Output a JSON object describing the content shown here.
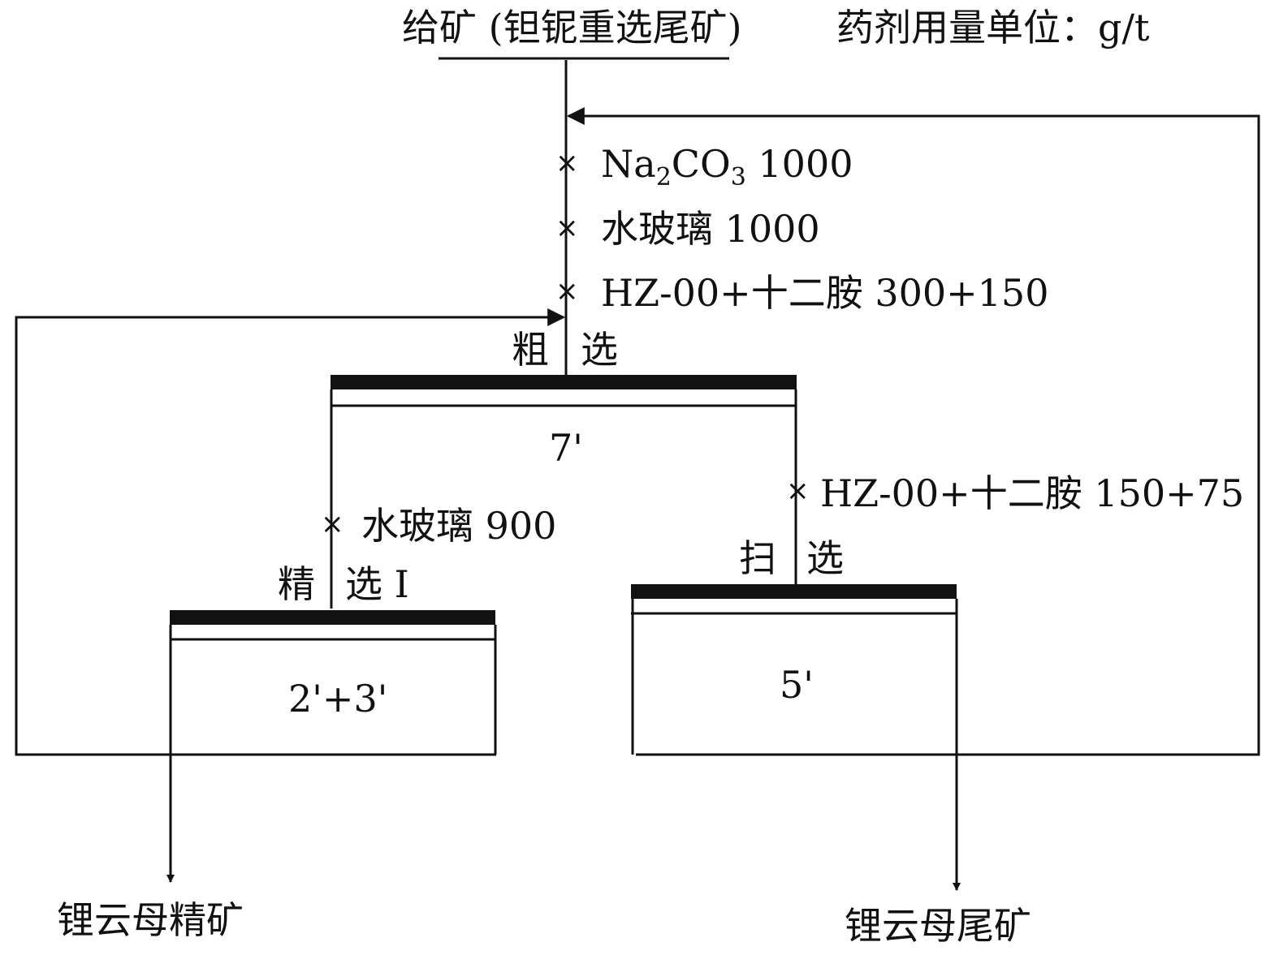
{
  "header": {
    "feed": "给矿 (钽铌重选尾矿)",
    "unit_note": "药剂用量单位：g/t"
  },
  "rougher": {
    "label_left": "粗",
    "label_right": "选",
    "time": "7'",
    "reagents": [
      {
        "name_main": "Na",
        "sub1": "2",
        "name_mid": "CO",
        "sub2": "3",
        "dose": " 1000"
      },
      {
        "text": "水玻璃 1000"
      },
      {
        "text": "HZ-00+十二胺 300+150"
      }
    ]
  },
  "cleaner": {
    "label_left": "精",
    "label_right": "选 I",
    "time": "2'+3'",
    "reagent": "水玻璃 900"
  },
  "scavenger": {
    "label_left": "扫",
    "label_right": "选",
    "time": "5'",
    "reagent": "HZ-00+十二胺 150+75"
  },
  "products": {
    "concentrate": "锂云母精矿",
    "tailing": "锂云母尾矿"
  },
  "icons": {
    "reagent_mark": "×"
  }
}
